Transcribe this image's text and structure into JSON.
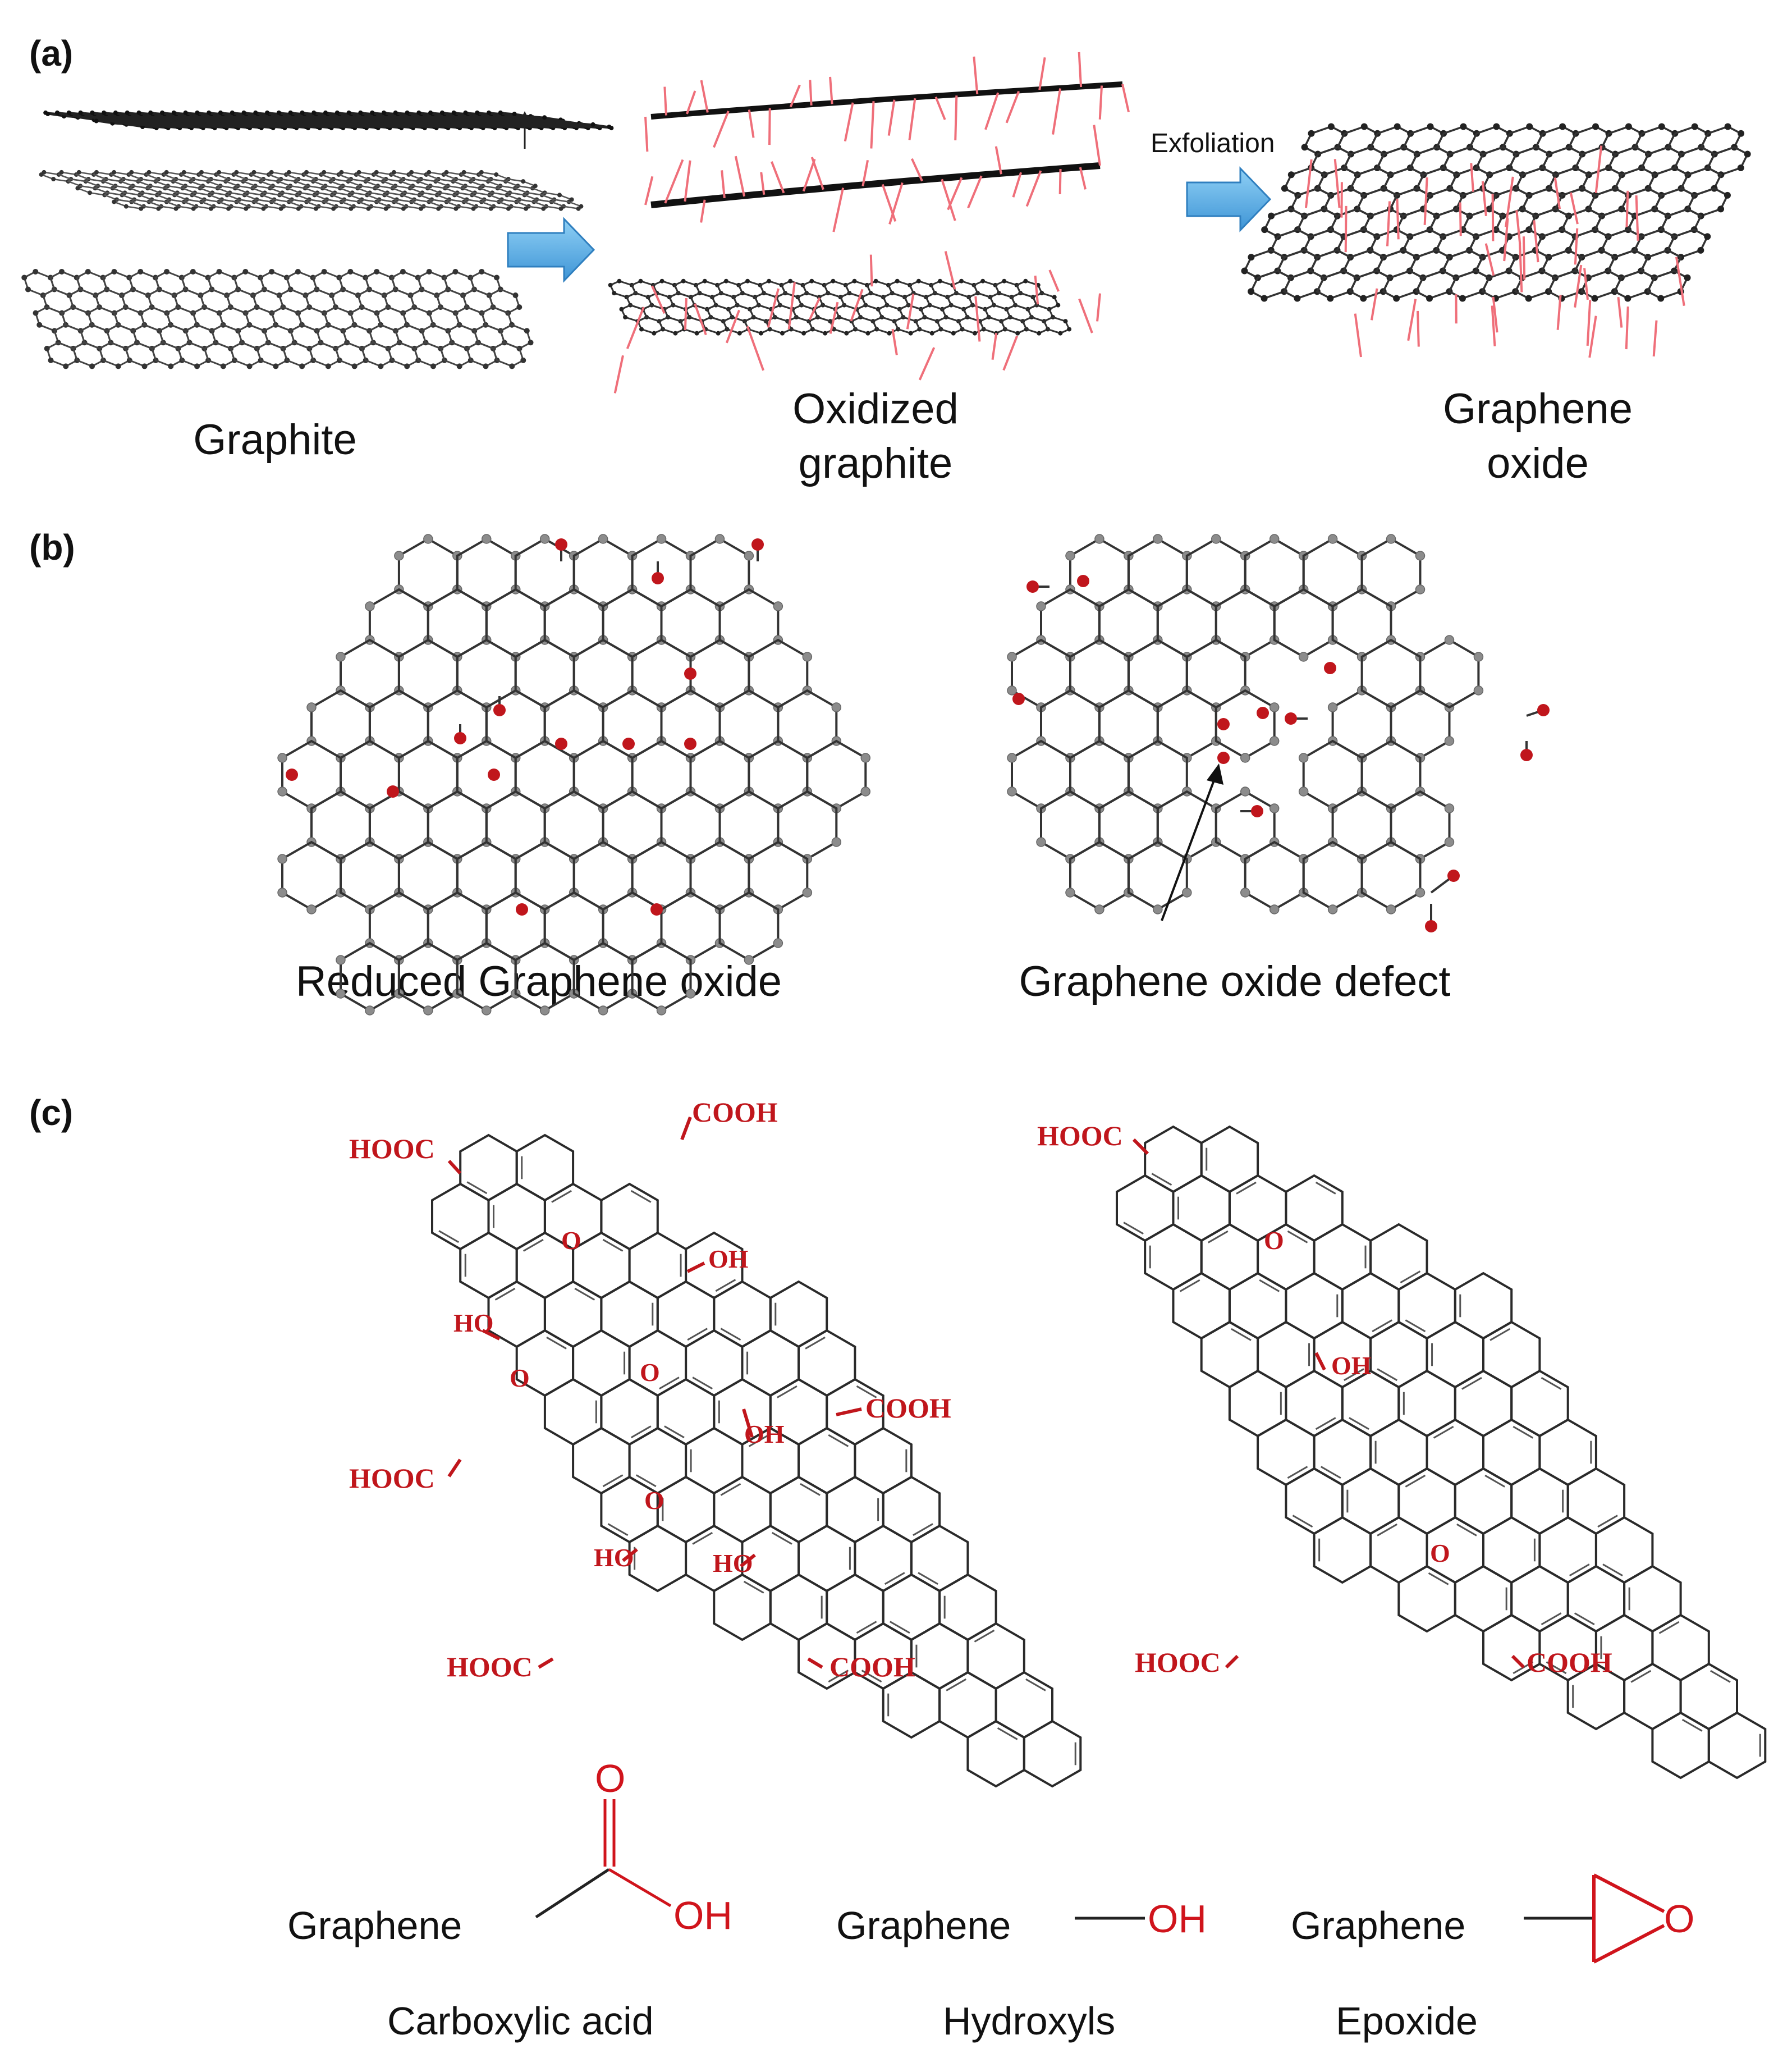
{
  "panels": {
    "a": {
      "label": "(a)",
      "graphite": "Graphite",
      "oxidized_line1": "Oxidized",
      "oxidized_line2": "graphite",
      "go_line1": "Graphene",
      "go_line2": "oxide",
      "exfoliation": "Exfoliation"
    },
    "b": {
      "label": "(b)",
      "reduced": "Reduced Graphene oxide",
      "defect": "Graphene oxide defect"
    },
    "c": {
      "label": "(c)",
      "groups": {
        "cooh_left": "HOOC",
        "cooh_right": "COOH",
        "oh": "OH",
        "ho": "HO",
        "o": "O"
      },
      "legend": [
        {
          "name": "Carboxylic acid",
          "base": "Graphene",
          "o_top": "O",
          "oh": "OH"
        },
        {
          "name": "Hydroxyls",
          "base": "Graphene",
          "oh": "OH"
        },
        {
          "name": "Epoxide",
          "base": "Graphene",
          "o": "O"
        }
      ]
    }
  },
  "colors": {
    "carbon": "#222222",
    "atom_gray": "#8c8c8c",
    "oxygen": "#c0161c",
    "arrow": "#4aa3df",
    "functional_line": "#ef6f7a"
  }
}
